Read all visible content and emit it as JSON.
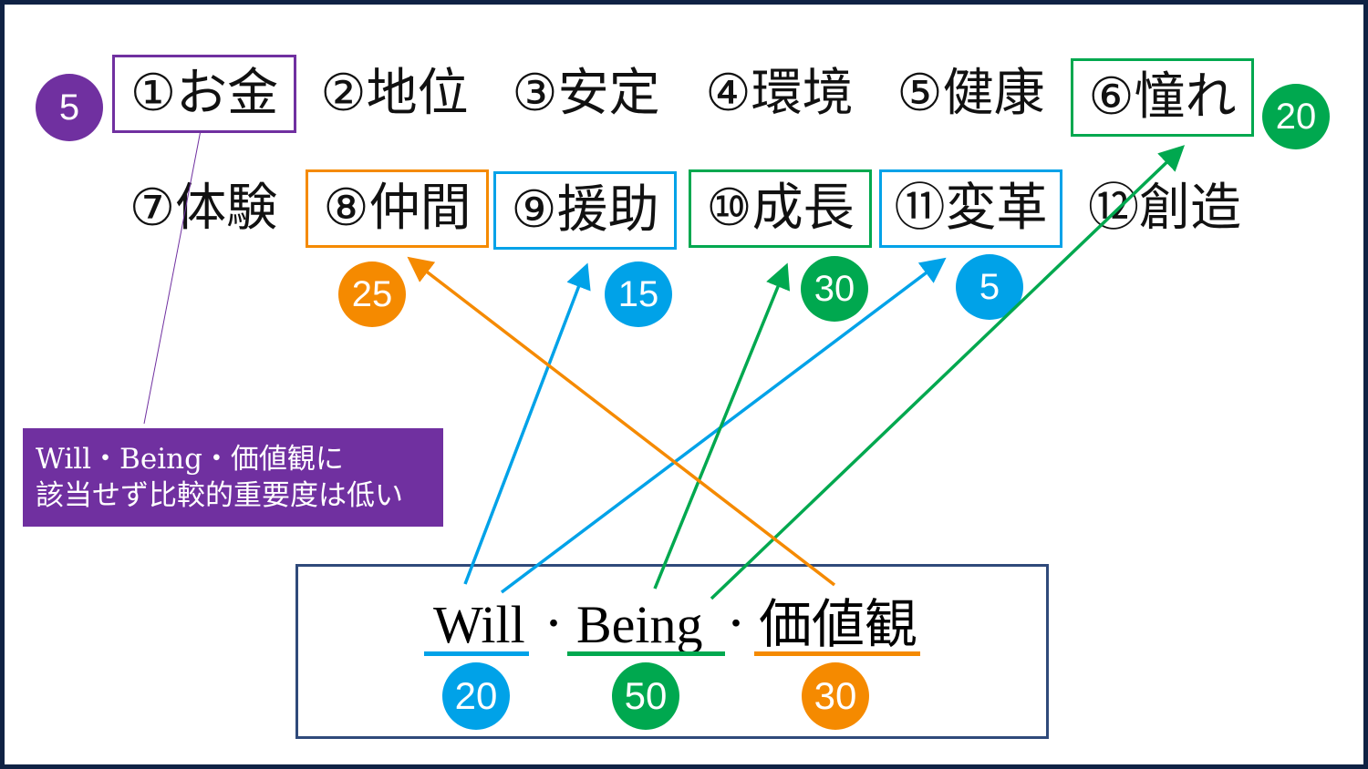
{
  "colors": {
    "purple": "#7030a0",
    "blue": "#00a2e8",
    "green": "#00a84f",
    "orange": "#f58a00",
    "frame": "#0f2244",
    "factor_box": "#2f4a7a"
  },
  "items": [
    {
      "label": "①お金",
      "color": "purple",
      "score": "5"
    },
    {
      "label": "②地位"
    },
    {
      "label": "③安定"
    },
    {
      "label": "④環境"
    },
    {
      "label": "⑤健康"
    },
    {
      "label": "⑥憧れ",
      "color": "green",
      "score": "20"
    },
    {
      "label": "⑦体験"
    },
    {
      "label": "⑧仲間",
      "color": "orange",
      "score": "25"
    },
    {
      "label": "⑨援助",
      "color": "blue",
      "score": "15"
    },
    {
      "label": "⑩成長",
      "color": "green",
      "score": "30"
    },
    {
      "label": "⑪変革",
      "color": "blue",
      "score": "5"
    },
    {
      "label": "⑫創造"
    }
  ],
  "note": {
    "line1": "Will・Being・価値観に",
    "line2": "該当せず比較的重要度は低い"
  },
  "factors": [
    {
      "label": "Will",
      "score": "20",
      "color": "blue"
    },
    {
      "label": "Being",
      "score": "50",
      "color": "green"
    },
    {
      "label": "価値観",
      "score": "30",
      "color": "orange"
    }
  ],
  "separator": "・"
}
